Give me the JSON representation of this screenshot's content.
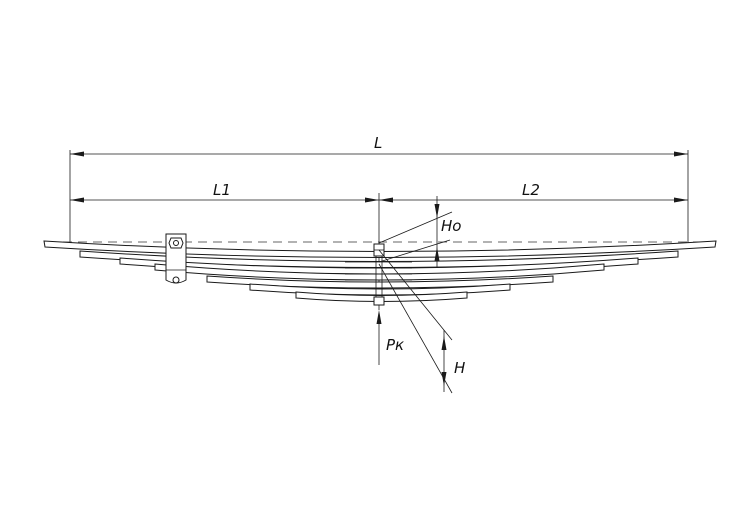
{
  "labels": {
    "total_length": "L",
    "left_length": "L1",
    "right_length": "L2",
    "free_height": "Hо",
    "load": "Рк",
    "height": "H"
  },
  "colors": {
    "line": "#1a1a1a",
    "background": "#ffffff"
  }
}
